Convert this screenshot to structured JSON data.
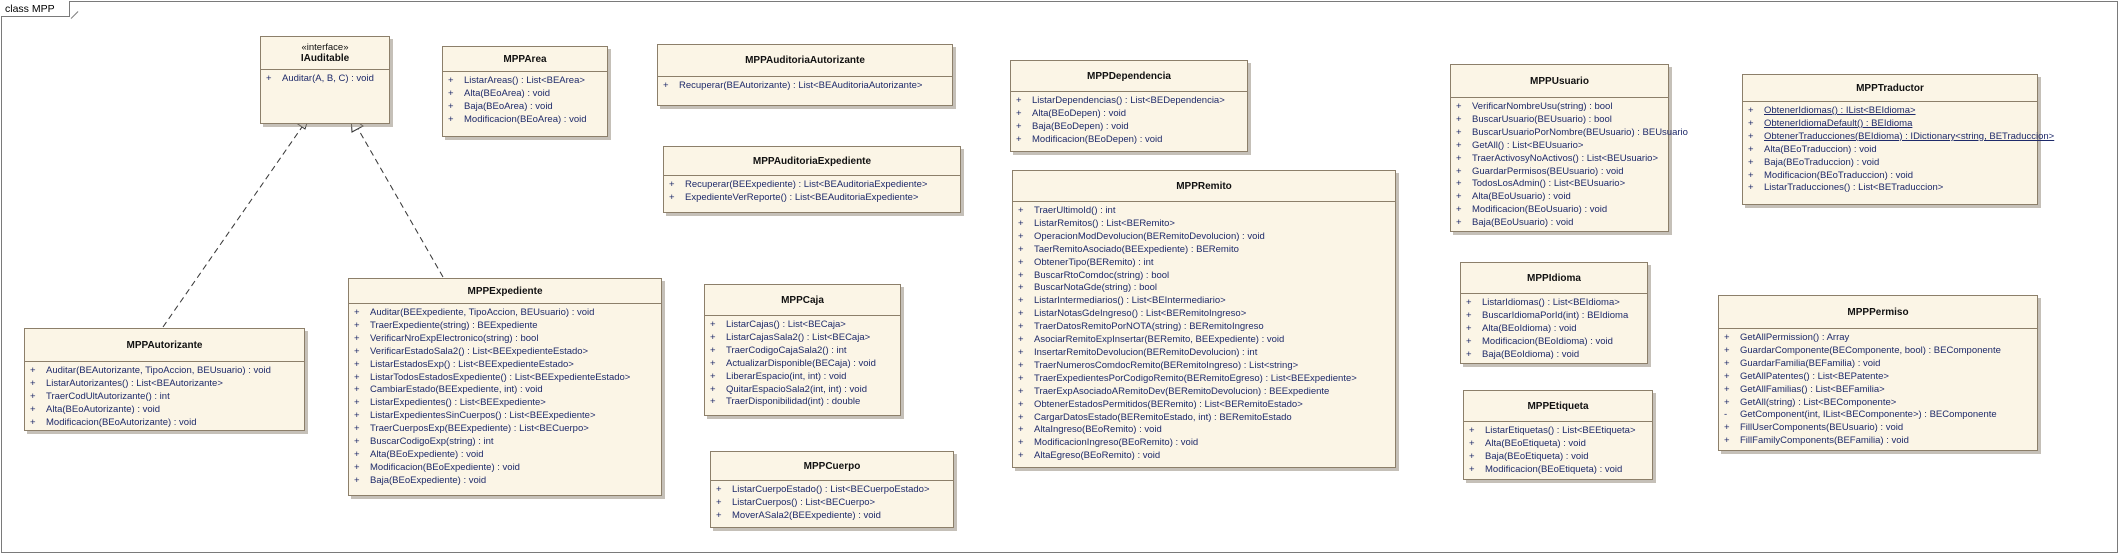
{
  "frame_label": "class MPP",
  "classes": {
    "iauditable": {
      "stereotype": "«interface»",
      "name": "IAuditable",
      "ops": [
        {
          "v": "+",
          "t": "Auditar(A, B, C) : void"
        }
      ]
    },
    "mpparea": {
      "name": "MPPArea",
      "ops": [
        {
          "v": "+",
          "t": "ListarAreas() : List<BEArea>"
        },
        {
          "v": "+",
          "t": "Alta(BEoArea) : void"
        },
        {
          "v": "+",
          "t": "Baja(BEoArea) : void"
        },
        {
          "v": "+",
          "t": "Modificacion(BEoArea) : void"
        }
      ]
    },
    "mppaudautorizante": {
      "name": "MPPAuditoriaAutorizante",
      "ops": [
        {
          "v": "+",
          "t": "Recuperar(BEAutorizante) : List<BEAuditoriaAutorizante>"
        }
      ]
    },
    "mppaudexpediente": {
      "name": "MPPAuditoriaExpediente",
      "ops": [
        {
          "v": "+",
          "t": "Recuperar(BEExpediente) : List<BEAuditoriaExpediente>"
        },
        {
          "v": "+",
          "t": "ExpedienteVerReporte() : List<BEAuditoriaExpediente>"
        }
      ]
    },
    "mppdependencia": {
      "name": "MPPDependencia",
      "ops": [
        {
          "v": "+",
          "t": "ListarDependencias() : List<BEDependencia>"
        },
        {
          "v": "+",
          "t": "Alta(BEoDepen) : void"
        },
        {
          "v": "+",
          "t": "Baja(BEoDepen) : void"
        },
        {
          "v": "+",
          "t": "Modificacion(BEoDepen) : void"
        }
      ]
    },
    "mppusuario": {
      "name": "MPPUsuario",
      "ops": [
        {
          "v": "+",
          "t": "VerificarNombreUsu(string) : bool"
        },
        {
          "v": "+",
          "t": "BuscarUsuario(BEUsuario) : bool"
        },
        {
          "v": "+",
          "t": "BuscarUsuarioPorNombre(BEUsuario) : BEUsuario"
        },
        {
          "v": "+",
          "t": "GetAll() : List<BEUsuario>"
        },
        {
          "v": "+",
          "t": "TraerActivosyNoActivos() : List<BEUsuario>"
        },
        {
          "v": "+",
          "t": "GuardarPermisos(BEUsuario) : void"
        },
        {
          "v": "+",
          "t": "TodosLosAdmin() : List<BEUsuario>"
        },
        {
          "v": "+",
          "t": "Alta(BEoUsuario) : void"
        },
        {
          "v": "+",
          "t": "Modificacion(BEoUsuario) : void"
        },
        {
          "v": "+",
          "t": "Baja(BEoUsuario) : void"
        }
      ]
    },
    "mpptraductor": {
      "name": "MPPTraductor",
      "ops": [
        {
          "v": "+",
          "t": "ObtenerIdiomas() : IList<BEIdioma>",
          "u": true
        },
        {
          "v": "+",
          "t": "ObtenerIdiomaDefault() : BEIdioma",
          "u": true
        },
        {
          "v": "+",
          "t": "ObtenerTraducciones(BEIdioma) : IDictionary<string, BETraduccion>",
          "u": true
        },
        {
          "v": "+",
          "t": "Alta(BEoTraduccion) : void"
        },
        {
          "v": "+",
          "t": "Baja(BEoTraduccion) : void"
        },
        {
          "v": "+",
          "t": "Modificacion(BEoTraduccion) : void"
        },
        {
          "v": "+",
          "t": "ListarTraducciones() : List<BETraduccion>"
        }
      ]
    },
    "mppremito": {
      "name": "MPPRemito",
      "ops": [
        {
          "v": "+",
          "t": "TraerUltimoId() : int"
        },
        {
          "v": "+",
          "t": "ListarRemitos() : List<BERemito>"
        },
        {
          "v": "+",
          "t": "OperacionModDevolucion(BERemitoDevolucion) : void"
        },
        {
          "v": "+",
          "t": "TaerRemitoAsociado(BEExpediente) : BERemito"
        },
        {
          "v": "+",
          "t": "ObtenerTipo(BERemito) : int"
        },
        {
          "v": "+",
          "t": "BuscarRtoComdoc(string) : bool"
        },
        {
          "v": "+",
          "t": "BuscarNotaGde(string) : bool"
        },
        {
          "v": "+",
          "t": "ListarIntermediarios() : List<BEIntermediario>"
        },
        {
          "v": "+",
          "t": "ListarNotasGdeIngreso() : List<BERemitoIngreso>"
        },
        {
          "v": "+",
          "t": "TraerDatosRemitoPorNOTA(string) : BERemitoIngreso"
        },
        {
          "v": "+",
          "t": "AsociarRemitoExpInsertar(BERemito, BEExpediente) : void"
        },
        {
          "v": "+",
          "t": "InsertarRemitoDevolucion(BERemitoDevolucion) : int"
        },
        {
          "v": "+",
          "t": "TraerNumerosComdocRemito(BERemitoIngreso) : List<string>"
        },
        {
          "v": "+",
          "t": "TraerExpedientesPorCodigoRemito(BERemitoEgreso) : List<BEExpediente>"
        },
        {
          "v": "+",
          "t": "TraerExpAsociadoARemitoDev(BERemitoDevolucion) : BEExpediente"
        },
        {
          "v": "+",
          "t": "ObtenerEstadosPermitidos(BERemito) : List<BERemitoEstado>"
        },
        {
          "v": "+",
          "t": "CargarDatosEstado(BERemitoEstado, int) : BERemitoEstado"
        },
        {
          "v": "+",
          "t": "AltaIngreso(BEoRemito) : void"
        },
        {
          "v": "+",
          "t": "ModificacionIngreso(BEoRemito) : void"
        },
        {
          "v": "+",
          "t": "AltaEgreso(BEoRemito) : void"
        }
      ]
    },
    "mppexpediente": {
      "name": "MPPExpediente",
      "ops": [
        {
          "v": "+",
          "t": "Auditar(BEExpediente, TipoAccion, BEUsuario) : void"
        },
        {
          "v": "+",
          "t": "TraerExpediente(string) : BEExpediente"
        },
        {
          "v": "+",
          "t": "VerificarNroExpElectronico(string) : bool"
        },
        {
          "v": "+",
          "t": "VerificarEstadoSala2() : List<BEExpedienteEstado>"
        },
        {
          "v": "+",
          "t": "ListarEstadosExp() : List<BEExpedienteEstado>"
        },
        {
          "v": "+",
          "t": "ListarTodosEstadosExpediente() : List<BEExpedienteEstado>"
        },
        {
          "v": "+",
          "t": "CambiarEstado(BEExpediente, int) : void"
        },
        {
          "v": "+",
          "t": "ListarExpedientes() : List<BEExpediente>"
        },
        {
          "v": "+",
          "t": "ListarExpedientesSinCuerpos() : List<BEExpediente>"
        },
        {
          "v": "+",
          "t": "TraerCuerposExp(BEExpediente) : List<BECuerpo>"
        },
        {
          "v": "+",
          "t": "BuscarCodigoExp(string) : int"
        },
        {
          "v": "+",
          "t": "Alta(BEoExpediente) : void"
        },
        {
          "v": "+",
          "t": "Modificacion(BEoExpediente) : void"
        },
        {
          "v": "+",
          "t": "Baja(BEoExpediente) : void"
        }
      ]
    },
    "mppcaja": {
      "name": "MPPCaja",
      "ops": [
        {
          "v": "+",
          "t": "ListarCajas() : List<BECaja>"
        },
        {
          "v": "+",
          "t": "ListarCajasSala2() : List<BECaja>"
        },
        {
          "v": "+",
          "t": "TraerCodigoCajaSala2() : int"
        },
        {
          "v": "+",
          "t": "ActualizarDisponible(BECaja) : void"
        },
        {
          "v": "+",
          "t": "LiberarEspacio(int, int) : void"
        },
        {
          "v": "+",
          "t": "QuitarEspacioSala2(int, int) : void"
        },
        {
          "v": "+",
          "t": "TraerDisponibilidad(int) : double"
        }
      ]
    },
    "mppcuerpo": {
      "name": "MPPCuerpo",
      "ops": [
        {
          "v": "+",
          "t": "ListarCuerpoEstado() : List<BECuerpoEstado>"
        },
        {
          "v": "+",
          "t": "ListarCuerpos() : List<BECuerpo>"
        },
        {
          "v": "+",
          "t": "MoverASala2(BEExpediente) : void"
        }
      ]
    },
    "mppautorizante": {
      "name": "MPPAutorizante",
      "ops": [
        {
          "v": "+",
          "t": "Auditar(BEAutorizante, TipoAccion, BEUsuario) : void"
        },
        {
          "v": "+",
          "t": "ListarAutorizantes() : List<BEAutorizante>"
        },
        {
          "v": "+",
          "t": "TraerCodUltAutorizante() : int"
        },
        {
          "v": "+",
          "t": "Alta(BEoAutorizante) : void"
        },
        {
          "v": "+",
          "t": "Modificacion(BEoAutorizante) : void"
        }
      ]
    },
    "mppidioma": {
      "name": "MPPIdioma",
      "ops": [
        {
          "v": "+",
          "t": "ListarIdiomas() : List<BEIdioma>"
        },
        {
          "v": "+",
          "t": "BuscarIdiomaPorId(int) : BEIdioma"
        },
        {
          "v": "+",
          "t": "Alta(BEoIdioma) : void"
        },
        {
          "v": "+",
          "t": "Modificacion(BEoIdioma) : void"
        },
        {
          "v": "+",
          "t": "Baja(BEoIdioma) : void"
        }
      ]
    },
    "mppetiqueta": {
      "name": "MPPEtiqueta",
      "ops": [
        {
          "v": "+",
          "t": "ListarEtiquetas() : List<BEEtiqueta>"
        },
        {
          "v": "+",
          "t": "Alta(BEoEtiqueta) : void"
        },
        {
          "v": "+",
          "t": "Baja(BEoEtiqueta) : void"
        },
        {
          "v": "+",
          "t": "Modificacion(BEoEtiqueta) : void"
        }
      ]
    },
    "mpppermiso": {
      "name": "MPPPermiso",
      "ops": [
        {
          "v": "+",
          "t": "GetAllPermission() : Array"
        },
        {
          "v": "+",
          "t": "GuardarComponente(BEComponente, bool) : BEComponente"
        },
        {
          "v": "+",
          "t": "GuardarFamilia(BEFamilia) : void"
        },
        {
          "v": "+",
          "t": "GetAllPatentes() : List<BEPatente>"
        },
        {
          "v": "+",
          "t": "GetAllFamilias() : List<BEFamilia>"
        },
        {
          "v": "+",
          "t": "GetAll(string) : List<BEComponente>"
        },
        {
          "v": "-",
          "t": "GetComponent(int, IList<BEComponente>) : BEComponente"
        },
        {
          "v": "+",
          "t": "FillUserComponents(BEUsuario) : void"
        },
        {
          "v": "+",
          "t": "FillFamilyComponents(BEFamilia) : void"
        }
      ]
    }
  }
}
